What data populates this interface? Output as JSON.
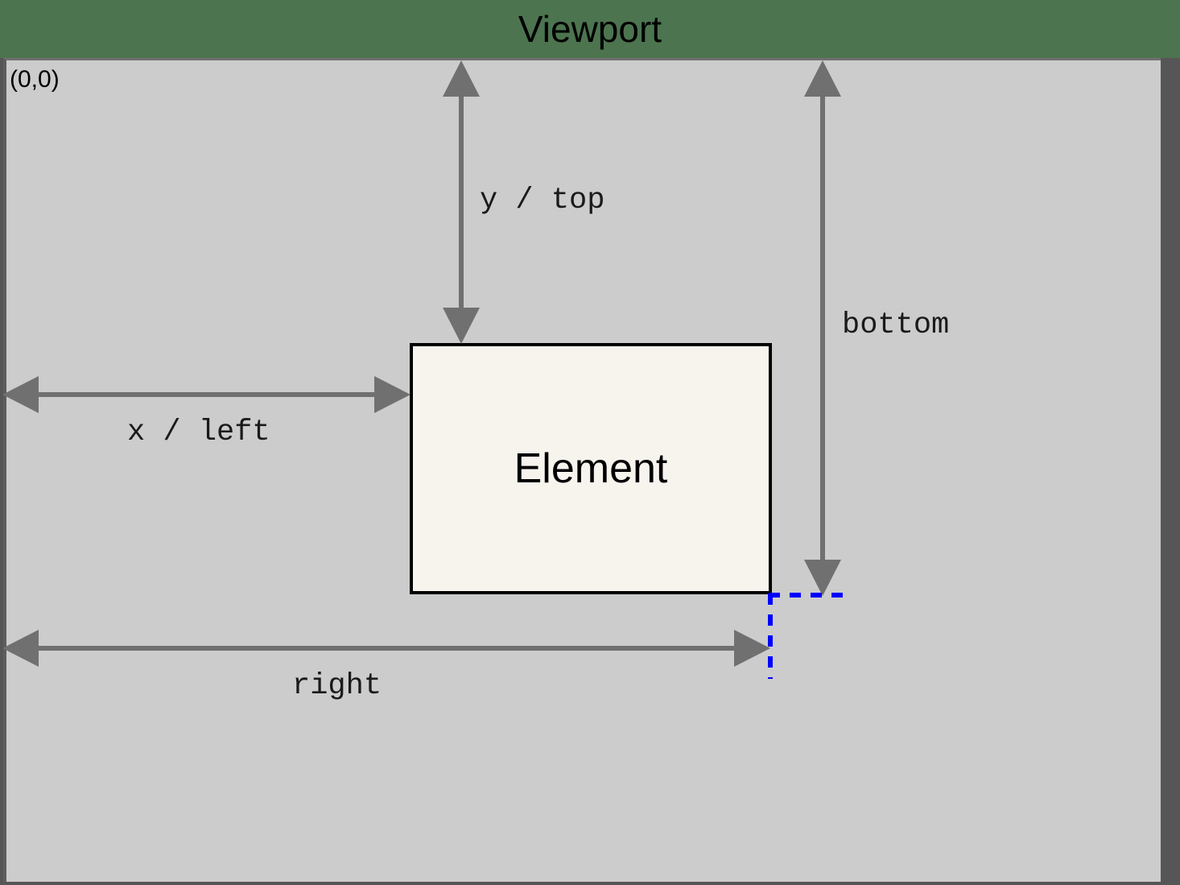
{
  "diagram": {
    "type": "box-model-coordinates",
    "title": "Viewport",
    "origin_label": "(0,0)",
    "element_label": "Element",
    "colors": {
      "header_green": "#4c744f",
      "viewport_gray": "#cccccc",
      "element_fill": "#f7f4ee",
      "element_border": "#000000",
      "arrow_gray": "#707070",
      "guide_blue": "#0000ff",
      "outer_border": "#565656"
    },
    "measurements": [
      {
        "key": "y_top",
        "label": "y / top",
        "orientation": "vertical",
        "from": "viewport-top",
        "to": "element-top"
      },
      {
        "key": "bottom",
        "label": "bottom",
        "orientation": "vertical",
        "from": "viewport-top",
        "to": "element-bottom"
      },
      {
        "key": "x_left",
        "label": "x / left",
        "orientation": "horizontal",
        "from": "viewport-left",
        "to": "element-left"
      },
      {
        "key": "right",
        "label": "right",
        "orientation": "horizontal",
        "from": "viewport-left",
        "to": "element-right"
      }
    ],
    "guides": {
      "style": "dashed",
      "color": "#0000ff",
      "description": "dashed blue lines extending from the element bottom-right corner"
    }
  }
}
